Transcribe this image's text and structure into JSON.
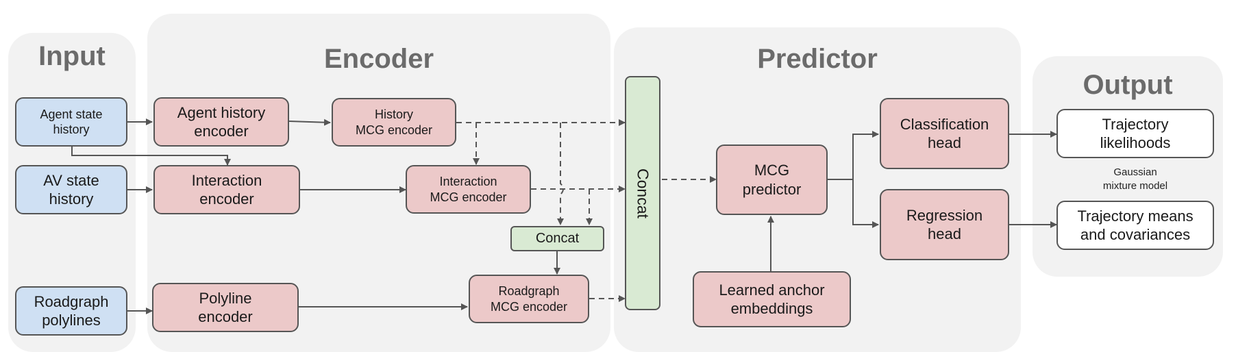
{
  "panels": {
    "input": "Input",
    "encoder": "Encoder",
    "predictor": "Predictor",
    "output": "Output"
  },
  "nodes": {
    "agent_state_history": "Agent state\nhistory",
    "av_state_history": "AV state\nhistory",
    "roadgraph_polylines": "Roadgraph\npolylines",
    "agent_history_encoder": "Agent history\nencoder",
    "interaction_encoder": "Interaction\nencoder",
    "polyline_encoder": "Polyline\nencoder",
    "history_mcg_encoder": "History\nMCG encoder",
    "interaction_mcg_encoder": "Interaction\nMCG encoder",
    "roadgraph_mcg_encoder": "Roadgraph\nMCG encoder",
    "concat_small": "Concat",
    "concat_large": "Concat",
    "mcg_predictor": "MCG\npredictor",
    "learned_anchor_embeddings": "Learned anchor\nembeddings",
    "classification_head": "Classification\nhead",
    "regression_head": "Regression\nhead",
    "trajectory_likelihoods": "Trajectory\nlikelihoods",
    "trajectory_means": "Trajectory means\nand covariances"
  },
  "annotations": {
    "gmm_note": "Gaussian\nmixture model"
  },
  "colors": {
    "input_box": "#cfe0f3",
    "encoder_box": "#ecc9c9",
    "concat_box": "#d9ead3",
    "output_box": "#ffffff",
    "panel_bg": "#f2f2f2",
    "title_text": "#6b6b6b",
    "edge": "#555555"
  }
}
